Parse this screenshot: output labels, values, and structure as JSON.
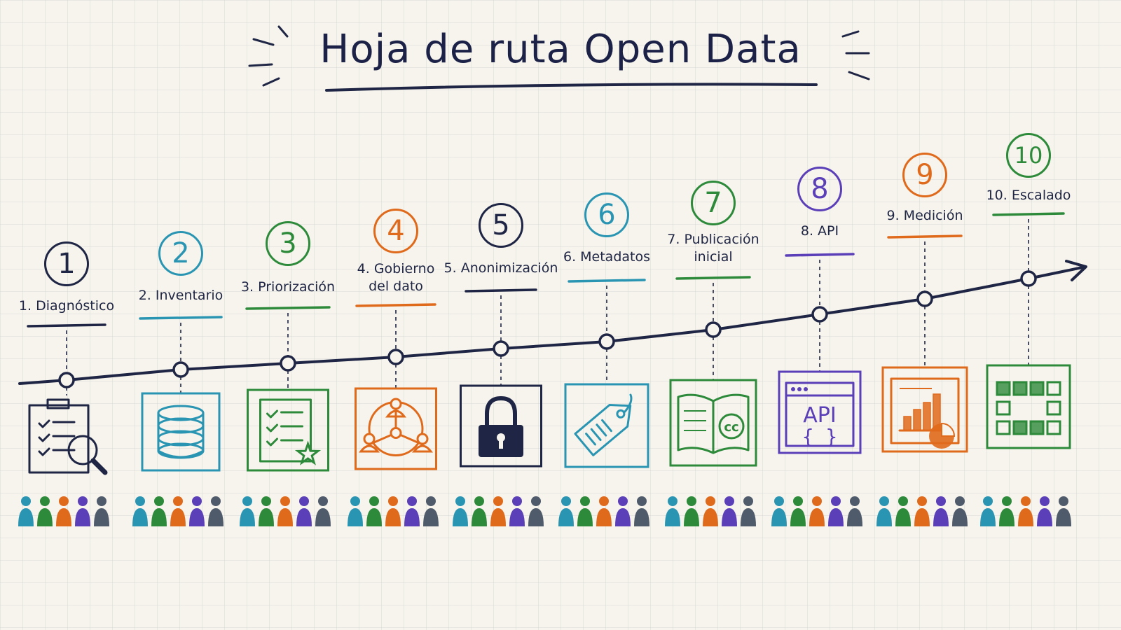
{
  "title": "Hoja de ruta Open Data",
  "colors": {
    "ink": "#1f2544",
    "teal": "#2a95b3",
    "green": "#2e8a3b",
    "orange": "#e06a1c",
    "purple": "#5b3fb8",
    "gray": "#4f5a6b"
  },
  "steps": [
    {
      "num": "1",
      "label": "1. Diagnóstico",
      "color": "#1f2544",
      "icon": "clipboard-magnifier-icon"
    },
    {
      "num": "2",
      "label": "2. Inventario",
      "color": "#2a95b3",
      "icon": "database-icon"
    },
    {
      "num": "3",
      "label": "3. Priorización",
      "color": "#2e8a3b",
      "icon": "checklist-star-icon"
    },
    {
      "num": "4",
      "label": "4. Gobierno\ndel dato",
      "color": "#e06a1c",
      "icon": "people-network-icon"
    },
    {
      "num": "5",
      "label": "5. Anonimización",
      "color": "#1f2544",
      "icon": "padlock-icon"
    },
    {
      "num": "6",
      "label": "6. Metadatos",
      "color": "#2a95b3",
      "icon": "tag-icon"
    },
    {
      "num": "7",
      "label": "7. Publicación\ninicial",
      "color": "#2e8a3b",
      "icon": "open-book-cc-icon"
    },
    {
      "num": "8",
      "label": "8. API",
      "color": "#5b3fb8",
      "icon": "api-window-icon"
    },
    {
      "num": "9",
      "label": "9. Medición",
      "color": "#e06a1c",
      "icon": "charts-icon"
    },
    {
      "num": "10",
      "label": "10. Escalado",
      "color": "#2e8a3b",
      "icon": "grid-blocks-icon"
    }
  ],
  "api_icon_text": "API",
  "api_icon_braces": "{ }",
  "cc_text": "cc",
  "people_colors": [
    "#2a95b3",
    "#2e8a3b",
    "#e06a1c",
    "#5b3fb8",
    "#4f5a6b"
  ]
}
